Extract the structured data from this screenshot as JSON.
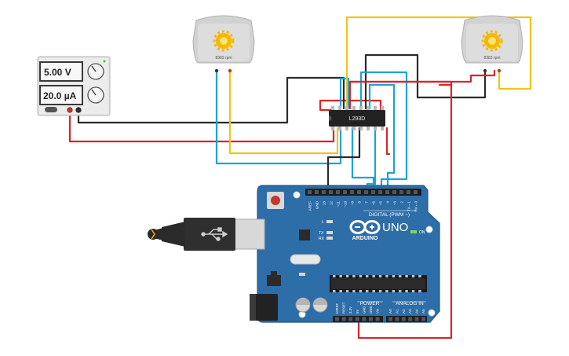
{
  "power_supply": {
    "voltage_display": "5.00 V",
    "current_display": "20.0 µA"
  },
  "motor_left": {
    "rpm_label": "8383 rpm"
  },
  "motor_right": {
    "rpm_label": "8383 rpm"
  },
  "driver_chip": {
    "label": "L293D"
  },
  "arduino": {
    "logo_text": "ARDUINO",
    "model_text": "UNO",
    "on_label": "ON",
    "digital_label": "DIGITAL (PWM ~)",
    "power_label": "POWER",
    "analog_label": "ANALOG IN",
    "l_label": "L",
    "tx_label": "TX",
    "rx_label": "RX",
    "digital_pins": [
      "AREF",
      "GND",
      "13",
      "12",
      "~11",
      "~10",
      "~9",
      "8",
      "7",
      "~6",
      "~5",
      "4",
      "~3",
      "2",
      "TX→1",
      "RX←0"
    ],
    "power_pins": [
      "IOREF",
      "RESET",
      "3.3V",
      "5V",
      "GND",
      "GND",
      "Vin"
    ],
    "analog_pins": [
      "A0",
      "A1",
      "A2",
      "A3",
      "A4",
      "A5"
    ]
  },
  "colors": {
    "wire_red": "#d9262a",
    "wire_black": "#2b2b2b",
    "wire_blue": "#1ea3d6",
    "wire_yellow": "#f0c419",
    "board_blue": "#2d6da8",
    "chip_black": "#222222"
  }
}
